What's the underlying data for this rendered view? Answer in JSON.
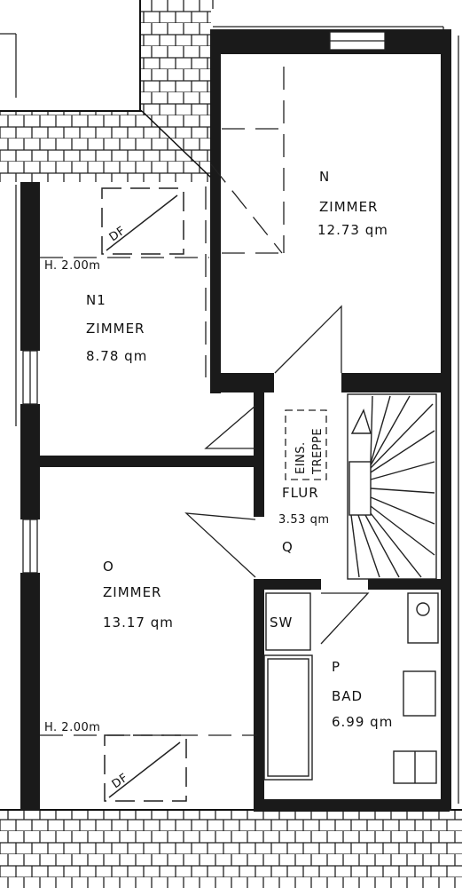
{
  "rooms": {
    "n": {
      "letter": "N",
      "name": "ZIMMER",
      "area": "12.73 qm"
    },
    "n1": {
      "letter": "N1",
      "name": "ZIMMER",
      "area": "8.78 qm",
      "height": "H. 2.00m",
      "skylight": "DF"
    },
    "o": {
      "letter": "O",
      "name": "ZIMMER",
      "area": "13.17 qm",
      "height": "H. 2.00m",
      "skylight": "DF"
    },
    "flur": {
      "letter": "Q",
      "name": "FLUR",
      "area": "3.53 qm",
      "stair": [
        "EINS.",
        "TREPPE"
      ]
    },
    "bad": {
      "letter": "P",
      "name": "BAD",
      "area": "6.99 qm",
      "fixture": "SW"
    }
  },
  "colors": {
    "wall": "#1a1a1a",
    "line": "#222222",
    "background": "#ffffff"
  }
}
